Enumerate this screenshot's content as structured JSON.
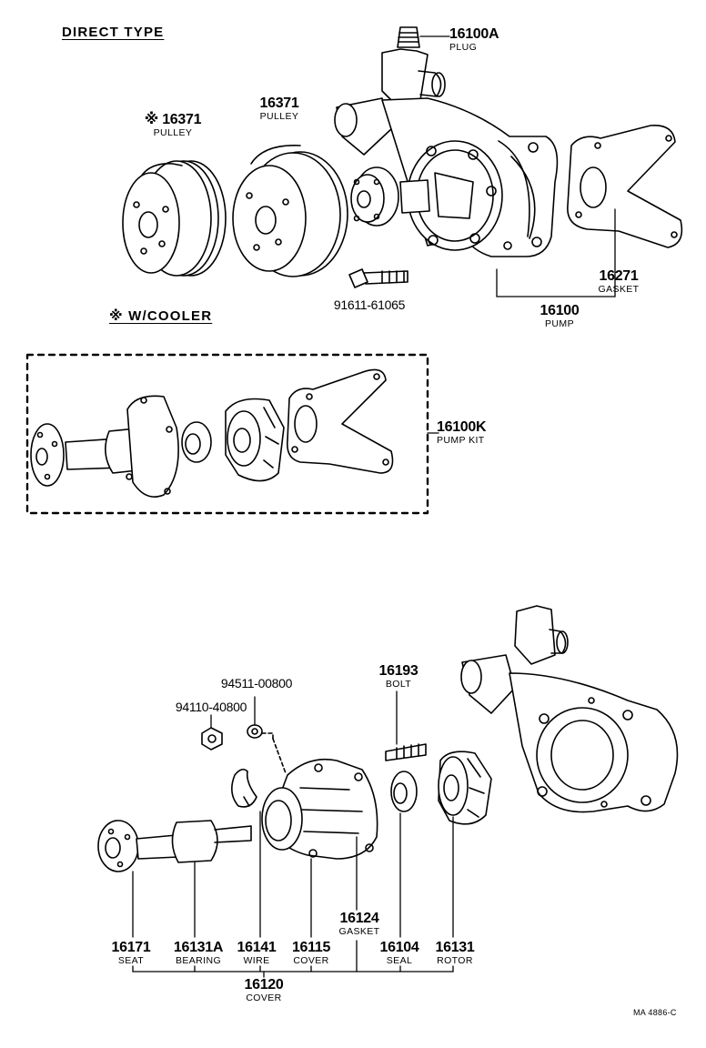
{
  "headers": {
    "direct_type": "DIRECT TYPE",
    "w_cooler": "※ W/COOLER"
  },
  "footer_code": "MA 4886-C",
  "parts": {
    "p16100A": {
      "number": "16100A",
      "name": "PLUG"
    },
    "p16371_cooler": {
      "number": "※ 16371",
      "name": "PULLEY"
    },
    "p16371": {
      "number": "16371",
      "name": "PULLEY"
    },
    "p16271": {
      "number": "16271",
      "name": "GASKET"
    },
    "p16100": {
      "number": "16100",
      "name": "PUMP"
    },
    "p91611": {
      "number": "91611-61065",
      "name": ""
    },
    "p16100K": {
      "number": "16100K",
      "name": "PUMP KIT"
    },
    "p94511": {
      "number": "94511-00800",
      "name": ""
    },
    "p94110": {
      "number": "94110-40800",
      "name": ""
    },
    "p16193": {
      "number": "16193",
      "name": "BOLT"
    },
    "p16124": {
      "number": "16124",
      "name": "GASKET"
    },
    "p16171": {
      "number": "16171",
      "name": "SEAT"
    },
    "p16131A": {
      "number": "16131A",
      "name": "BEARING"
    },
    "p16141": {
      "number": "16141",
      "name": "WIRE"
    },
    "p16115": {
      "number": "16115",
      "name": "COVER"
    },
    "p16104": {
      "number": "16104",
      "name": "SEAL"
    },
    "p16131": {
      "number": "16131",
      "name": "ROTOR"
    },
    "p16120": {
      "number": "16120",
      "name": "COVER"
    }
  }
}
